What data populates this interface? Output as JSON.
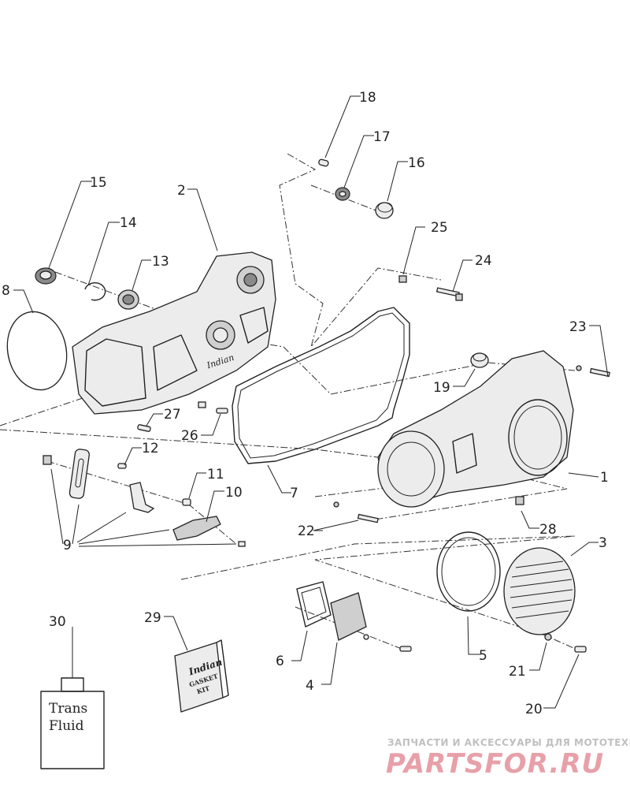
{
  "callouts": {
    "c1": "1",
    "c2": "2",
    "c3": "3",
    "c4": "4",
    "c5": "5",
    "c6": "6",
    "c7": "7",
    "c8": "8",
    "c9": "9",
    "c10": "10",
    "c11": "11",
    "c12": "12",
    "c13": "13",
    "c14": "14",
    "c15": "15",
    "c16": "16",
    "c17": "17",
    "c18": "18",
    "c19": "19",
    "c20": "20",
    "c21": "21",
    "c22": "22",
    "c23": "23",
    "c24": "24",
    "c25": "25",
    "c26": "26",
    "c27": "27",
    "c28": "28",
    "c29": "29",
    "c30": "30"
  },
  "fluid_container": {
    "line1": "Trans",
    "line2": "Fluid"
  },
  "gasket_kit": {
    "brand": "Indian",
    "line1": "GASKET",
    "line2": "KIT"
  },
  "inner_cover_logo": "Indian",
  "watermark": {
    "tagline": "ЗАПЧАСТИ И АКСЕССУАРЫ ДЛЯ МОТОТЕХНИКИ",
    "brand": "PARTSFOR.RU",
    "color": "#e8a0a8"
  }
}
